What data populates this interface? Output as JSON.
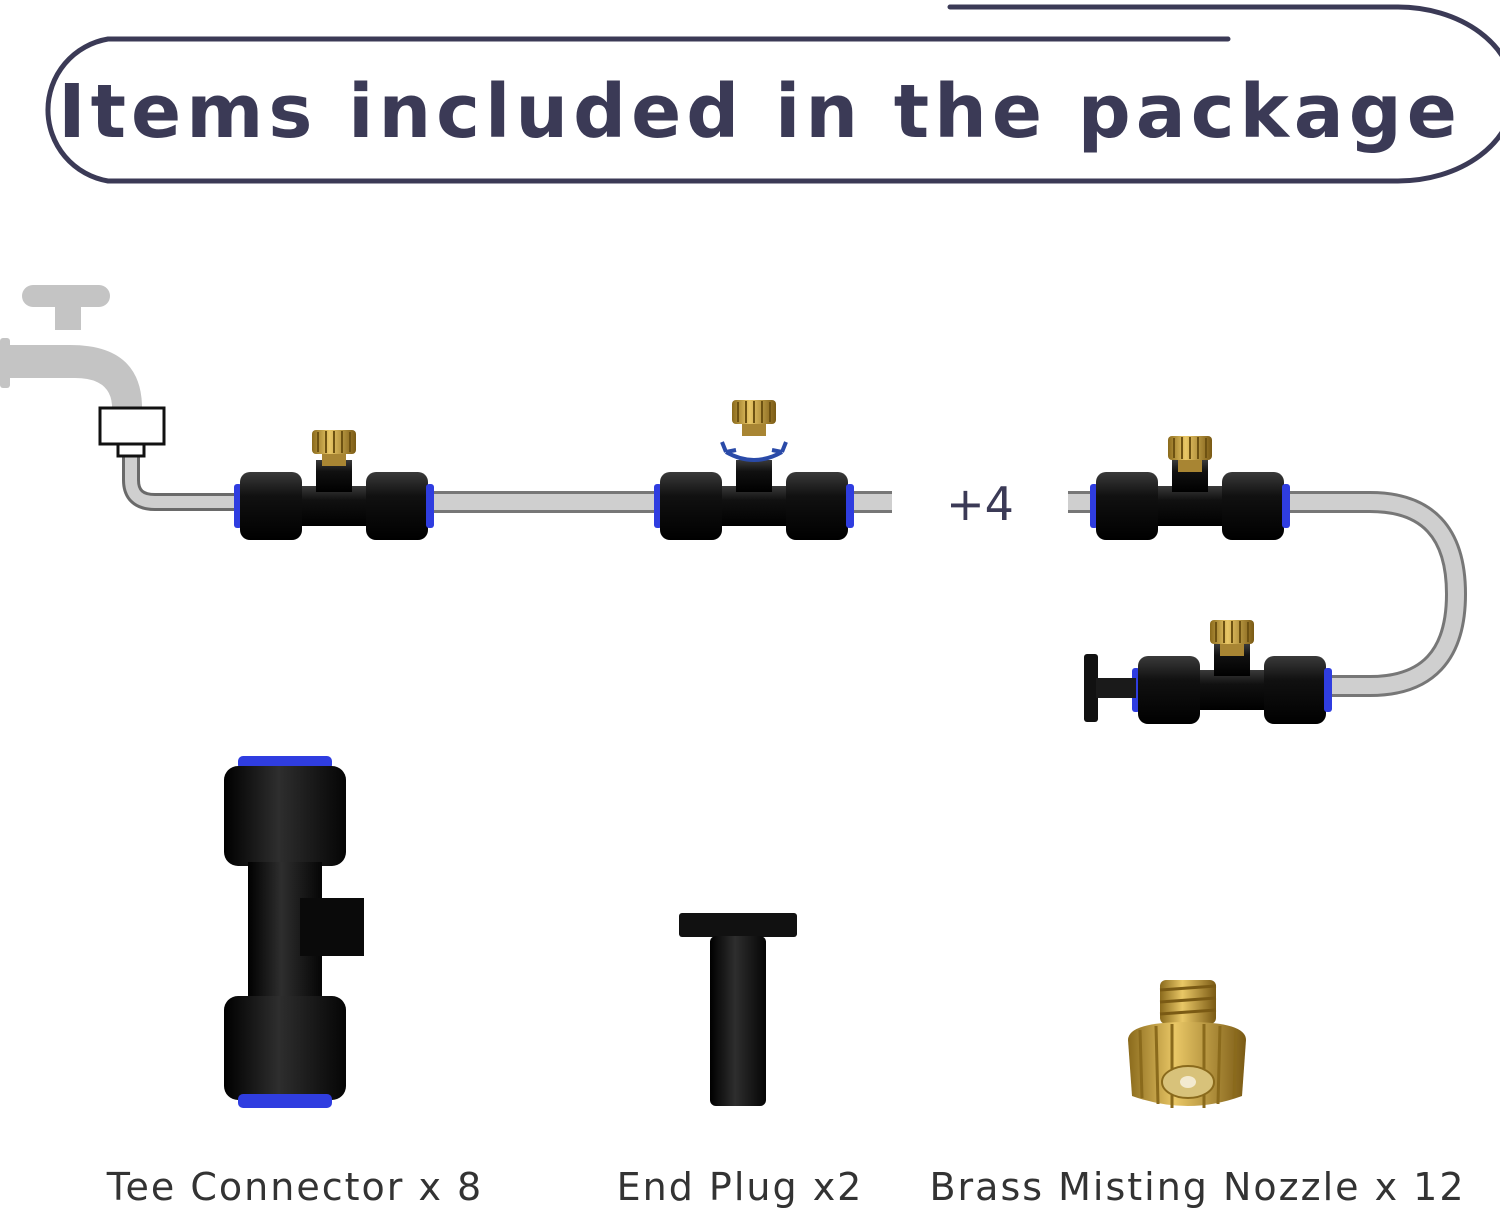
{
  "header": {
    "title": "Items included in the package"
  },
  "diagram": {
    "multiplier_label": "+4"
  },
  "items": [
    {
      "label": "Tee Connector x 8"
    },
    {
      "label": "End Plug x2"
    },
    {
      "label": "Brass Misting Nozzle x 12"
    }
  ],
  "colors": {
    "accent": "#3b3a56",
    "fitting": "#141414",
    "ring": "#2f3de0",
    "brass": "#c9a13a",
    "tube": "#c7c7c7",
    "faucet": "#c4c4c4"
  },
  "icons": [
    "faucet-icon",
    "tee-fitting-icon",
    "brass-nozzle-icon",
    "end-plug-icon",
    "rotate-arrow-icon"
  ]
}
